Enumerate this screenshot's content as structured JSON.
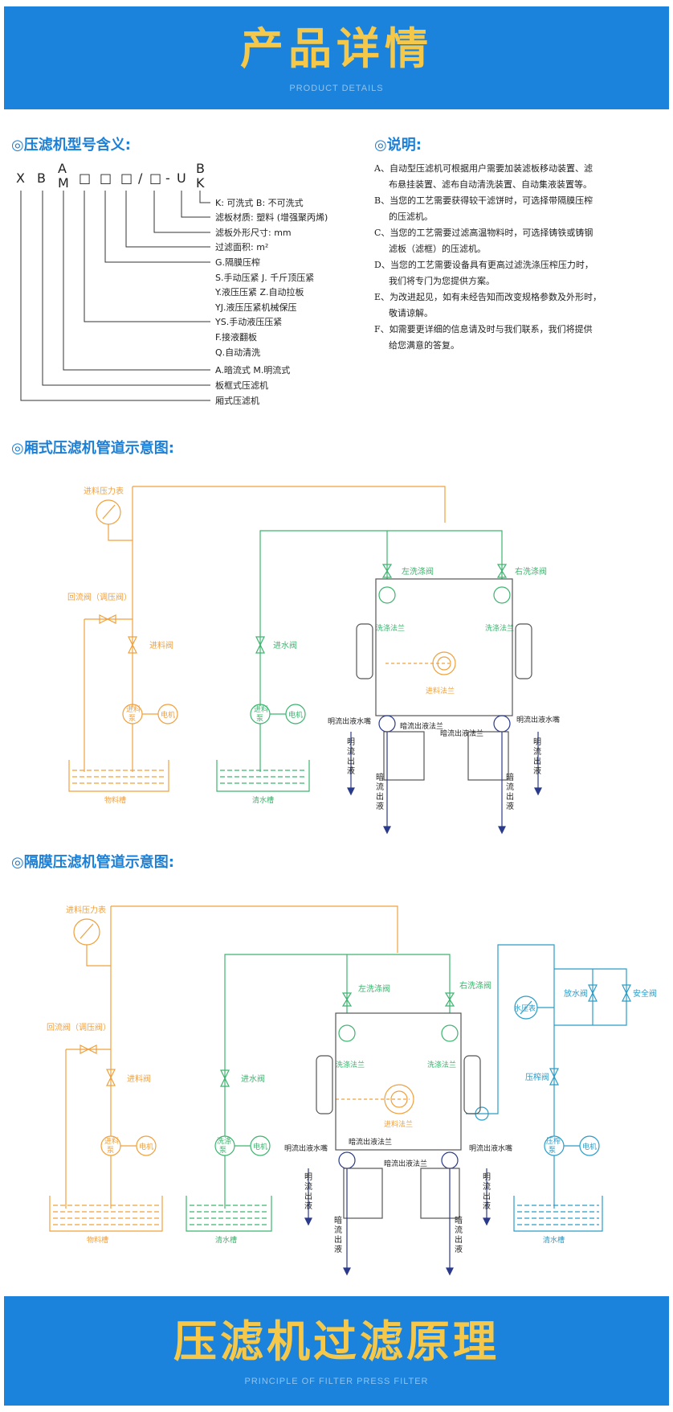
{
  "banner_top": {
    "title": "产品详情",
    "subtitle": "PRODUCT DETAILS"
  },
  "model_section": {
    "heading": "◎压滤机型号含义:",
    "code": [
      "X",
      "B",
      "A",
      "M",
      "□",
      "□",
      "□",
      "/",
      "□",
      "-",
      "U",
      "B",
      "K"
    ],
    "items": [
      "K: 可洗式  B: 不可洗式",
      "滤板材质: 塑料 (增强聚丙烯)",
      "滤板外形尺寸: mm",
      "过滤面积: m²",
      "G.隔膜压榨",
      "S.手动压紧  J. 千斤顶压紧",
      "Y.液压压紧 Z.自动拉板",
      "YJ.液压压紧机械保压",
      "YS.手动液压压紧",
      "F.接液翻板",
      "Q.自动清洗",
      "A.暗流式  M.明流式",
      "板框式压滤机",
      "厢式压滤机"
    ]
  },
  "notes_section": {
    "heading": "◎说明:",
    "notes": [
      {
        "letter": "A、",
        "text": "自动型压滤机可根据用户需要加装滤板移动装置、滤",
        "cont": "布悬挂装置、滤布自动清洗装置、自动集液装置等。"
      },
      {
        "letter": "B、",
        "text": "当您的工艺需要获得较干滤饼时，可选择带隔膜压榨",
        "cont": "的压滤机。"
      },
      {
        "letter": "C、",
        "text": "当您的工艺需要过滤高温物料时，可选择铸铁或铸钢",
        "cont": "滤板（滤框）的压滤机。"
      },
      {
        "letter": "D、",
        "text": "当您的工艺需要设备具有更高过滤洗涤压榨压力时，",
        "cont": "我们将专门为您提供方案。"
      },
      {
        "letter": "E、",
        "text": "为改进起见，如有未经告知而改变规格参数及外形时，",
        "cont": "敬请谅解。"
      },
      {
        "letter": "F、",
        "text": "如需要更详细的信息请及时与我们联系，我们将提供",
        "cont": "给您满意的答复。"
      }
    ]
  },
  "chamber_section": {
    "heading": "◎厢式压滤机管道示意图:",
    "labels": {
      "feed_gauge": "进料压力表",
      "return_valve": "回流阀（调压阀）",
      "feed_valve": "进料阀",
      "feed_pump": [
        "进料",
        "泵"
      ],
      "motor": "电机",
      "material_tank": "物料槽",
      "water_valve": "进水阀",
      "wash_pump": [
        "进料",
        "泵"
      ],
      "clear_tank": "清水槽",
      "left_wash_valve": "左洗涤阀",
      "right_wash_valve": "右洗涤阀",
      "wash_flange": "洗涤法兰",
      "feed_flange": "进料法兰",
      "open_spout": "明流出液水嘴",
      "hidden_flange": "暗流出液法兰",
      "open_outlet": [
        "明",
        "流",
        "出",
        "液"
      ],
      "hidden_outlet": [
        "暗",
        "流",
        "出",
        "液"
      ]
    }
  },
  "membrane_section": {
    "heading": "◎隔膜压滤机管道示意图:",
    "labels": {
      "feed_gauge": "进料压力表",
      "return_valve": "回流阀（调压阀）",
      "feed_valve": "进料阀",
      "feed_pump": [
        "进料",
        "泵"
      ],
      "motor": "电机",
      "material_tank": "物料槽",
      "water_valve": "进水阀",
      "wash_pump": [
        "洗涤",
        "泵"
      ],
      "clear_tank": "清水槽",
      "left_wash_valve": "左洗涤阀",
      "right_wash_valve": "右洗涤阀",
      "wash_flange": "洗涤法兰",
      "feed_flange": "进料法兰",
      "open_spout": "明流出液水嘴",
      "hidden_flange": "暗流出液法兰",
      "water_gauge": "水压表",
      "drain_valve": "放水阀",
      "safety_valve": "安全阀",
      "press_valve": "压榨阀",
      "press_pump": [
        "压榨",
        "泵"
      ],
      "clear_tank2": "清水槽",
      "open_outlet": [
        "明",
        "流",
        "出",
        "液"
      ],
      "hidden_outlet": [
        "暗",
        "流",
        "出",
        "液"
      ]
    }
  },
  "banner_bottom": {
    "title": "压滤机过滤原理",
    "subtitle": "PRINCIPLE OF FILTER PRESS FILTER"
  },
  "colors": {
    "banner": "#1c83dd",
    "banner_title": "#f5c84a",
    "heading": "#1c7fd6",
    "orange": "#f0a03c",
    "green": "#3cb46e",
    "cyan": "#2a9cc8",
    "navy": "#2a3a8a"
  }
}
